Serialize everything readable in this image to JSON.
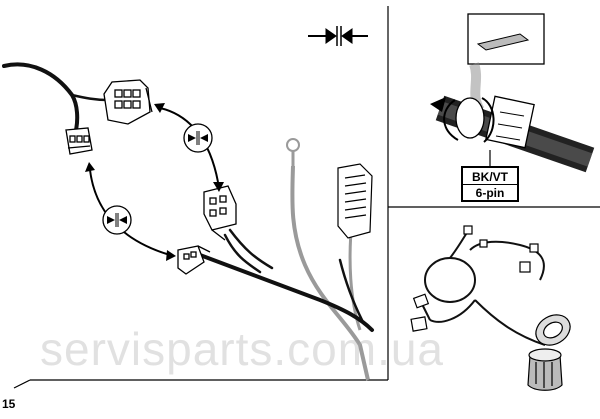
{
  "page": {
    "number": "15"
  },
  "cable_label": {
    "line1": "BK/VT",
    "line2": "6-pin"
  },
  "watermark": {
    "text": "servisparts.com.ua"
  },
  "icons": [
    "press-together-icon",
    "tape-icon",
    "wrap-rotation-icon",
    "ring-terminal-icon"
  ],
  "colors": {
    "line": "#000000",
    "ground_wire": "#9a9a9a",
    "cable": "#111111"
  }
}
